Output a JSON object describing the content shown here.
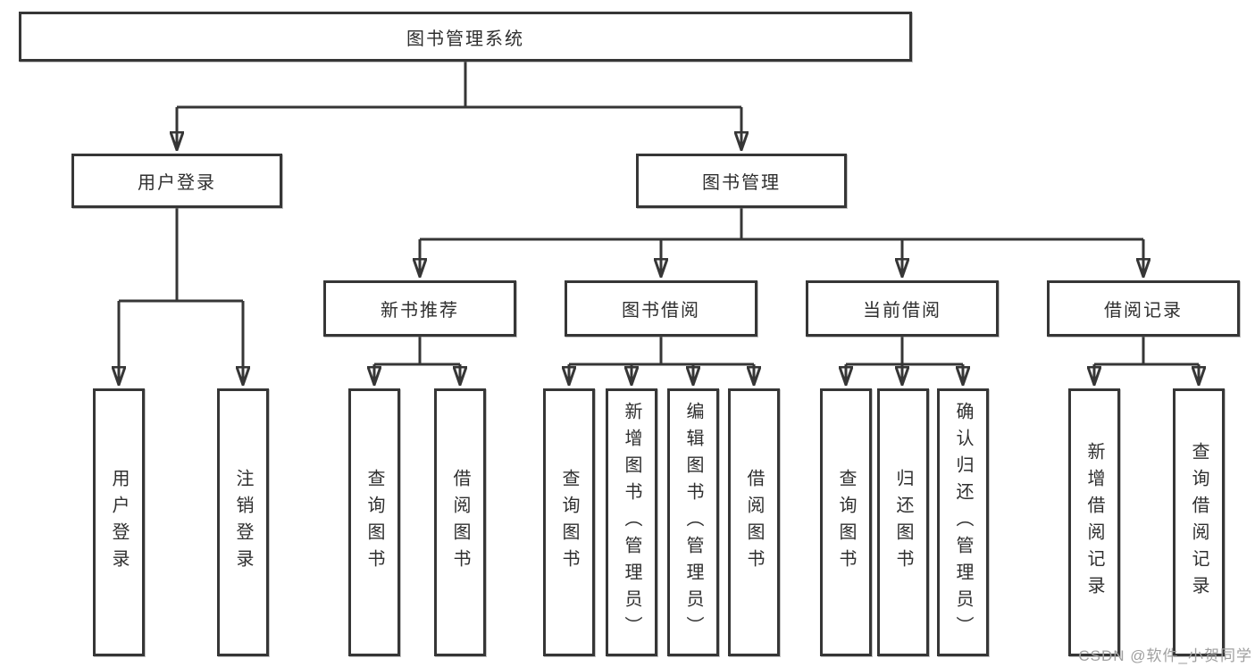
{
  "tree": {
    "label": "图书管理系统",
    "children": [
      {
        "label": "用户登录",
        "children": [
          {
            "label": "用户登录"
          },
          {
            "label": "注销登录"
          }
        ]
      },
      {
        "label": "图书管理",
        "children": [
          {
            "label": "新书推荐",
            "children": [
              {
                "label": "查询图书"
              },
              {
                "label": "借阅图书"
              }
            ]
          },
          {
            "label": "图书借阅",
            "children": [
              {
                "label": "查询图书"
              },
              {
                "label": "新增图书（管理员）"
              },
              {
                "label": "编辑图书（管理员）"
              },
              {
                "label": "借阅图书"
              }
            ]
          },
          {
            "label": "当前借阅",
            "children": [
              {
                "label": "查询图书"
              },
              {
                "label": "归还图书"
              },
              {
                "label": "确认归还（管理员）"
              }
            ]
          },
          {
            "label": "借阅记录",
            "children": [
              {
                "label": "新增借阅记录"
              },
              {
                "label": "查询借阅记录"
              }
            ]
          }
        ]
      }
    ]
  },
  "watermark": "CSDN @软件_小贺同学",
  "colors": {
    "line": "#363636",
    "box_border": "#363636",
    "text": "#2f2f2f",
    "watermark": "#a0a0a0",
    "background": "#ffffff"
  }
}
